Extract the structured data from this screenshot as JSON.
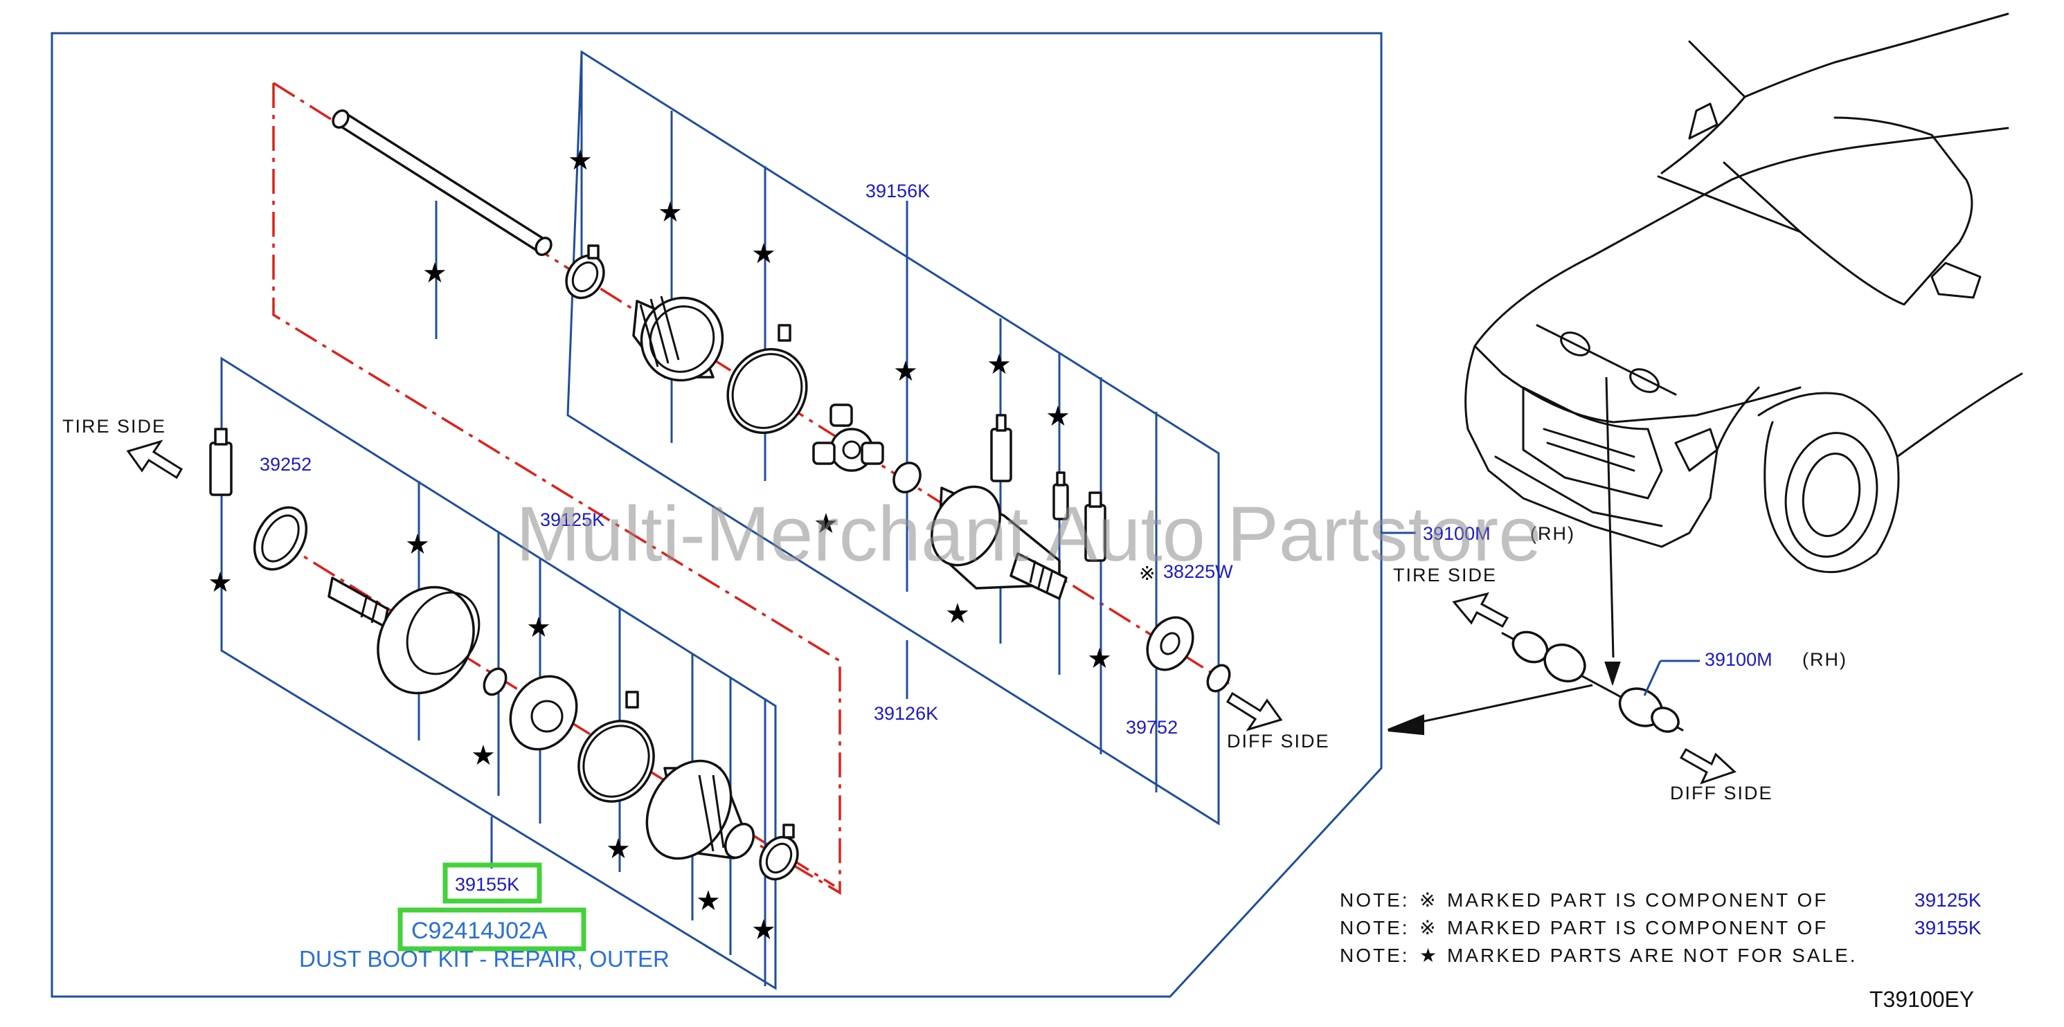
{
  "labels": {
    "tire_side_left": "TIRE  SIDE",
    "tire_side_right": "TIRE  SIDE",
    "diff_side_center": "DIFF  SIDE",
    "diff_side_right": "DIFF  SIDE",
    "rh_1": "(RH)",
    "rh_2": "(RH)"
  },
  "parts": {
    "p39252": "39252",
    "p39125K": "39125K",
    "p39156K": "39156K",
    "p38225W": "38225W",
    "p39126K": "39126K",
    "p39752": "39752",
    "p39155K": "39155K",
    "p39100M_1": "39100M",
    "p39100M_2": "39100M"
  },
  "symbols": {
    "star": "★",
    "component_mark": "※"
  },
  "highlight": {
    "part_code": "C92414J02A",
    "description": "DUST BOOT KIT - REPAIR, OUTER"
  },
  "watermark": "Multi-Merchant Auto Partstore",
  "notes": [
    {
      "prefix": "NOTE:",
      "mark": "※",
      "text": "MARKED  PART  IS  COMPONENT  OF",
      "ref": "39125K"
    },
    {
      "prefix": "NOTE:",
      "mark": "※",
      "text": "MARKED  PART  IS  COMPONENT  OF",
      "ref": "39155K"
    },
    {
      "prefix": "NOTE:",
      "mark": "★",
      "text": "MARKED  PARTS  ARE  NOT  FOR  SALE.",
      "ref": ""
    }
  ],
  "diagram_id": "T39100EY",
  "colors": {
    "frame": "#1f4e9c",
    "axis": "#e0201a",
    "part_number": "#1a1acc",
    "highlight_box": "#44d13a",
    "highlight_text": "#2a6fd6"
  }
}
